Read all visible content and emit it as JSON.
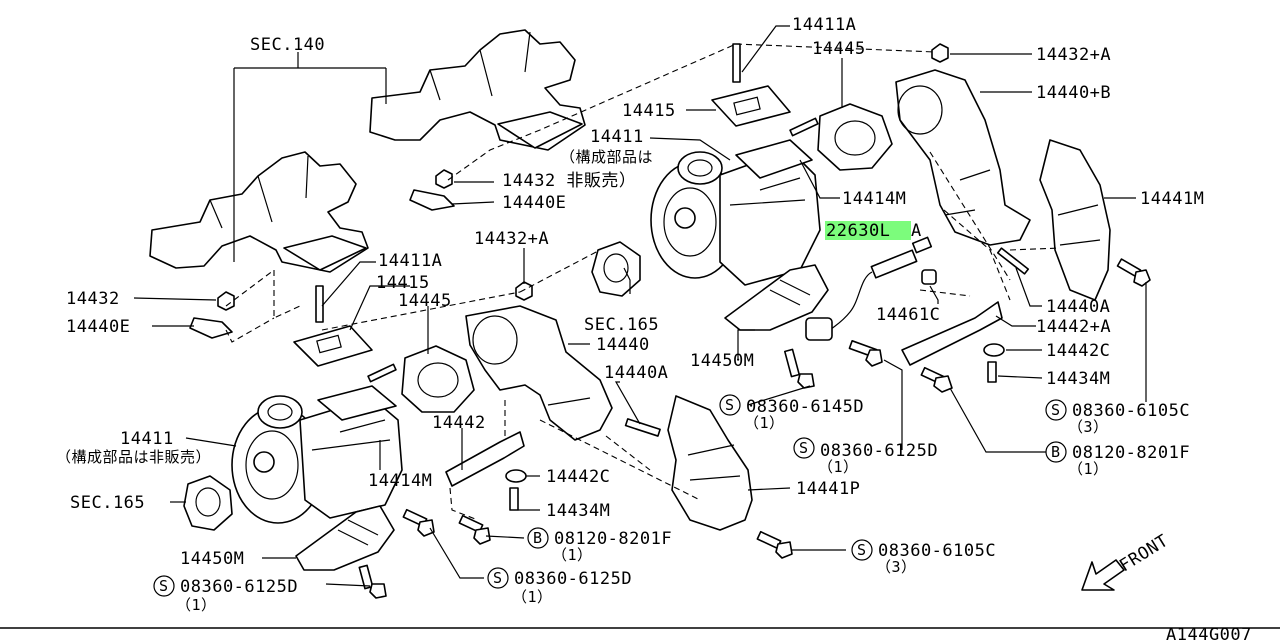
{
  "diagram_code": "A144G007",
  "highlight_color": "#7CFC7C",
  "front_label": "FRONT",
  "labels": {
    "sec140": "SEC.140",
    "l14411A_top": "14411A",
    "l14445_top": "14445",
    "l14432A_top": "14432+A",
    "l14440B": "14440+B",
    "l14415_top": "14415",
    "l14411_top": "14411",
    "l14411_top_note": "（構成部品は",
    "l14432_nonsale": "14432 非販売）",
    "l14440E_top": "14440E",
    "l14414M_top": "14414M",
    "l14441M": "14441M",
    "l22630": "22630L",
    "l22630_suffix": "A",
    "l14432A_mid": "14432+A",
    "sec165_mid": "SEC.165",
    "l14411A_mid": "14411A",
    "l14415_mid": "14415",
    "l14445_mid": "14445",
    "l14432_left": "14432",
    "l14440E_left": "14440E",
    "l14440": "14440",
    "l14440A_mid": "14440A",
    "l14450M_mid": "14450M",
    "l14461C": "14461C",
    "l14440A_right": "14440A",
    "l14442A": "14442+A",
    "l14442C_right": "14442C",
    "l14434M_right": "14434M",
    "s6145D": "08360-6145D",
    "s6145D_qty": "（1）",
    "s6125D_mid": "08360-6125D",
    "s6125D_mid_qty": "（1）",
    "b8201F_right": "08120-8201F",
    "b8201F_right_qty": "（1）",
    "s6105C_right": "08360-6105C",
    "s6105C_right_qty": "（3）",
    "l14411_left": "14411",
    "l14411_left_note": "（構成部品は非販売）",
    "l14442": "14442",
    "l14414M_left": "14414M",
    "sec165_left": "SEC.165",
    "l14442C_mid": "14442C",
    "l14434M_mid": "14434M",
    "l14441P": "14441P",
    "b8201F_mid": "08120-8201F",
    "b8201F_mid_qty": "（1）",
    "s6105C_mid": "08360-6105C",
    "s6105C_mid_qty": "（3）",
    "l14450M_left": "14450M",
    "s6125D_left": "08360-6125D",
    "s6125D_left_qty": "（1）",
    "s6125D_bot": "08360-6125D",
    "s6125D_bot_qty": "（1）"
  },
  "symbols": {
    "s": "S",
    "b": "B"
  }
}
